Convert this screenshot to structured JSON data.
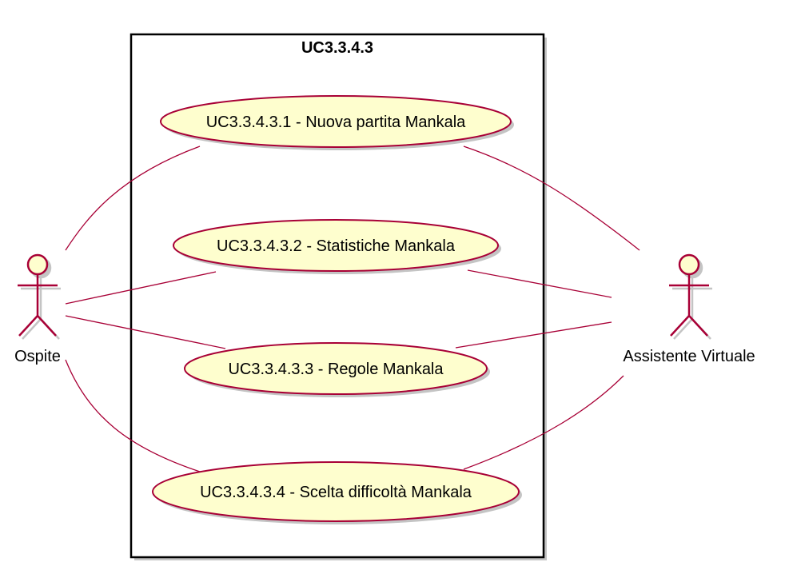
{
  "colors": {
    "usecase_fill": "#FEFECE",
    "border": "#A80036",
    "boundary": "#000000"
  },
  "boundary": {
    "title": "UC3.3.4.3"
  },
  "actors": [
    {
      "id": "ospite",
      "name": "Ospite"
    },
    {
      "id": "assistente",
      "name": "Assistente Virtuale"
    }
  ],
  "use_cases": [
    {
      "id": "uc1",
      "label": "UC3.3.4.3.1 - Nuova partita Mankala"
    },
    {
      "id": "uc2",
      "label": "UC3.3.4.3.2 - Statistiche Mankala"
    },
    {
      "id": "uc3",
      "label": "UC3.3.4.3.3 - Regole Mankala"
    },
    {
      "id": "uc4",
      "label": "UC3.3.4.3.4 - Scelta difficoltà Mankala"
    }
  ],
  "associations": [
    {
      "from": "ospite",
      "to": "uc1"
    },
    {
      "from": "ospite",
      "to": "uc2"
    },
    {
      "from": "ospite",
      "to": "uc3"
    },
    {
      "from": "ospite",
      "to": "uc4"
    },
    {
      "from": "uc1",
      "to": "assistente"
    },
    {
      "from": "uc2",
      "to": "assistente"
    },
    {
      "from": "uc3",
      "to": "assistente"
    },
    {
      "from": "uc4",
      "to": "assistente"
    }
  ]
}
